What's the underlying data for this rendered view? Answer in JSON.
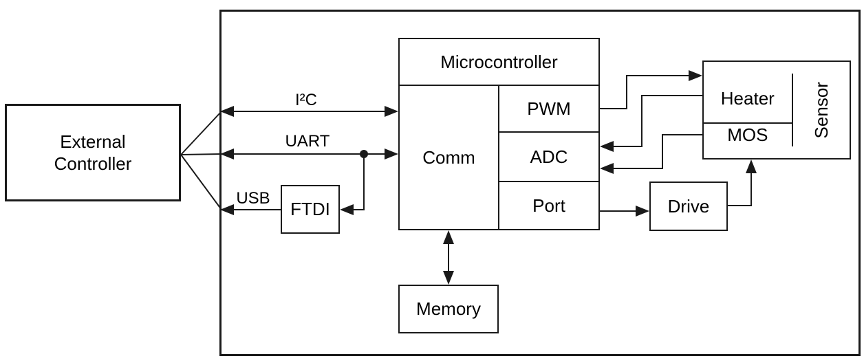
{
  "diagram": {
    "external_controller": "External\nController",
    "buses": {
      "i2c": "I²C",
      "uart": "UART",
      "usb": "USB"
    },
    "mcu": {
      "title": "Microcontroller",
      "comm": "Comm",
      "pwm": "PWM",
      "adc": "ADC",
      "port": "Port"
    },
    "blocks": {
      "ftdi": "FTDI",
      "memory": "Memory",
      "heater": "Heater",
      "mos": "MOS",
      "sensor": "Sensor",
      "drive": "Drive"
    },
    "colors": {
      "line": "#1a1a1a",
      "background": "#ffffff"
    }
  }
}
